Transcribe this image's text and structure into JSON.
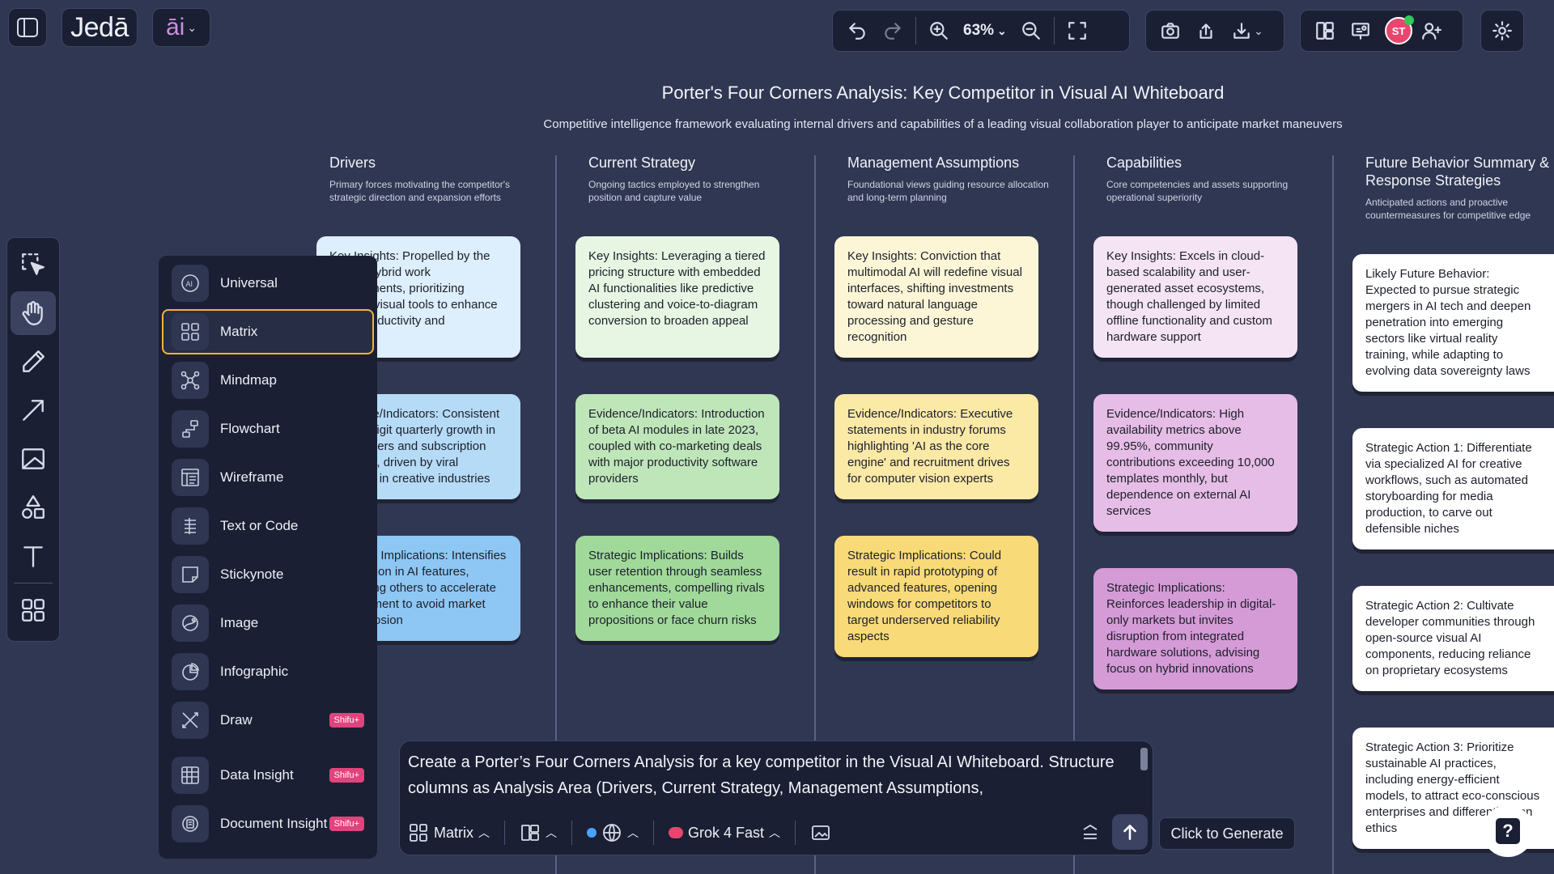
{
  "app": {
    "brand": "Jedā",
    "ai_label": "āi",
    "zoom": "63%",
    "avatar": "ST",
    "colors": {
      "accent": "#f0b43c",
      "avatar": "#e8466e",
      "online": "#34c759",
      "badge": "#e0447c"
    }
  },
  "board": {
    "title": "Porter's Four Corners Analysis: Key Competitor in Visual AI Whiteboard",
    "subtitle": "Competitive intelligence framework evaluating internal drivers and capabilities of a leading visual collaboration player to anticipate market maneuvers",
    "columns": [
      {
        "name": "Drivers",
        "desc": "Primary forces motivating the competitor's strategic direction and expansion efforts",
        "cards": [
          {
            "text": "Key Insights: Propelled by the shift to hybrid work environments, prioritizing intuitive visual tools to enhance team productivity and",
            "color": "#ddeefc"
          },
          {
            "text": "Evidence/Indicators: Consistent double-digit quarterly growth in active users and subscription numbers, driven by viral adoption in creative industries",
            "color": "#b5dbf7"
          },
          {
            "text": "Strategic Implications: Intensifies competition in AI features, pressuring others to accelerate development to avoid market share erosion",
            "color": "#8ec7f3"
          }
        ]
      },
      {
        "name": "Current Strategy",
        "desc": "Ongoing tactics employed to strengthen position and capture value",
        "cards": [
          {
            "text": "Key Insights: Leveraging a tiered pricing structure with embedded AI functionalities like predictive clustering and voice-to-diagram conversion to broaden appeal",
            "color": "#e6f6e3"
          },
          {
            "text": "Evidence/Indicators: Introduction of beta AI modules in late 2023, coupled with co-marketing deals with major productivity software providers",
            "color": "#bfe6b9"
          },
          {
            "text": "Strategic Implications: Builds user retention through seamless enhancements, compelling rivals to enhance their value propositions or face churn risks",
            "color": "#a0d99a"
          }
        ]
      },
      {
        "name": "Management Assumptions",
        "desc": "Foundational views guiding resource allocation and long-term planning",
        "cards": [
          {
            "text": "Key Insights: Conviction that multimodal AI will redefine visual interfaces, shifting investments toward natural language processing and gesture recognition",
            "color": "#fdf6d6"
          },
          {
            "text": "Evidence/Indicators: Executive statements in industry forums highlighting 'AI as the core engine' and recruitment drives for computer vision experts",
            "color": "#fbe9a6"
          },
          {
            "text": "Strategic Implications: Could result in rapid prototyping of advanced features, opening windows for competitors to target underserved reliability aspects",
            "color": "#f8da78"
          }
        ]
      },
      {
        "name": "Capabilities",
        "desc": "Core competencies and assets supporting operational superiority",
        "cards": [
          {
            "text": "Key Insights: Excels in cloud-based scalability and user-generated asset ecosystems, though challenged by limited offline functionality and custom hardware support",
            "color": "#f4e4f4"
          },
          {
            "text": "Evidence/Indicators: High availability metrics above 99.95%, community contributions exceeding 10,000 templates monthly, but dependence on external AI services",
            "color": "#e6bde6"
          },
          {
            "text": "Strategic Implications: Reinforces leadership in digital-only markets but invites disruption from integrated hardware solutions, advising focus on hybrid innovations",
            "color": "#d49bd6"
          }
        ]
      },
      {
        "name": "Future Behavior Summary & Response Strategies",
        "desc": "Anticipated actions and proactive countermeasures for competitive edge",
        "cards": [
          {
            "text": "Likely Future Behavior: Expected to pursue strategic mergers in AI tech and deepen penetration into emerging sectors like virtual reality training, while adapting to evolving data sovereignty laws",
            "color": "#ffffff"
          },
          {
            "text": "Strategic Action 1: Differentiate via specialized AI for creative workflows, such as automated storyboarding for media production, to carve out defensible niches",
            "color": "#ffffff"
          },
          {
            "text": "Strategic Action 2: Cultivate developer communities through open-source visual AI components, reducing reliance on proprietary ecosystems",
            "color": "#ffffff"
          },
          {
            "text": "Strategic Action 3: Prioritize sustainable AI practices, including energy-efficient models, to attract eco-conscious enterprises and differentiate on ethics",
            "color": "#ffffff"
          }
        ]
      }
    ]
  },
  "menu": {
    "items": [
      {
        "label": "Universal",
        "icon": "ai-icon"
      },
      {
        "label": "Matrix",
        "icon": "matrix-icon",
        "selected": true
      },
      {
        "label": "Mindmap",
        "icon": "mindmap-icon"
      },
      {
        "label": "Flowchart",
        "icon": "flowchart-icon"
      },
      {
        "label": "Wireframe",
        "icon": "wireframe-icon"
      },
      {
        "label": "Text or Code",
        "icon": "text-code-icon"
      },
      {
        "label": "Stickynote",
        "icon": "stickynote-icon"
      },
      {
        "label": "Image",
        "icon": "image-icon"
      },
      {
        "label": "Infographic",
        "icon": "infographic-icon"
      },
      {
        "label": "Draw",
        "icon": "draw-icon",
        "badge": "Shifu+"
      },
      {
        "label": "Data Insight",
        "icon": "data-insight-icon",
        "badge": "Shifu+"
      },
      {
        "label": "Document Insight",
        "icon": "document-insight-icon",
        "badge": "Shifu+"
      }
    ]
  },
  "prompt": {
    "text": "Create a Porter’s Four Corners Analysis for a key competitor in the Visual AI Whiteboard. Structure columns as Analysis Area (Drivers, Current Strategy, Management Assumptions,",
    "mode": "Matrix",
    "model": "Grok 4 Fast",
    "generate_tooltip": "Click to Generate"
  }
}
